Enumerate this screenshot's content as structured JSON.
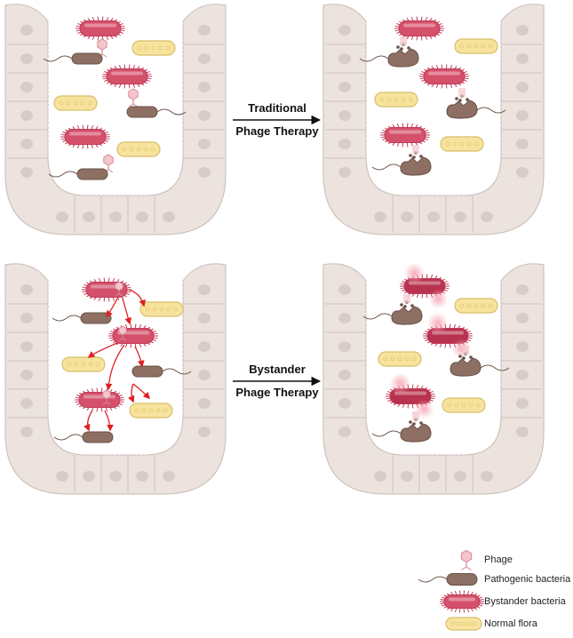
{
  "arrows": [
    {
      "line1": "Traditional",
      "line2": "Phage Therapy"
    },
    {
      "line1": "Bystander",
      "line2": "Phage Therapy"
    }
  ],
  "legend": {
    "phage": "Phage",
    "pathogenic": "Pathogenic bacteria",
    "bystander": "Bystander bacteria",
    "normal": "Normal flora"
  },
  "colors": {
    "tissue": "#ece3df",
    "tissue_stroke": "#cfc2bc",
    "nucleus": "#d9ccc7",
    "pathogenic": "#8d6f63",
    "bystander": "#d4506b",
    "bystander_spike": "#c23a57",
    "normal": "#f8e39e",
    "normal_stroke": "#d8bf6a",
    "phage": "#f4c6cc",
    "phage_stroke": "#d48a98",
    "red_arrow": "#e02020"
  }
}
